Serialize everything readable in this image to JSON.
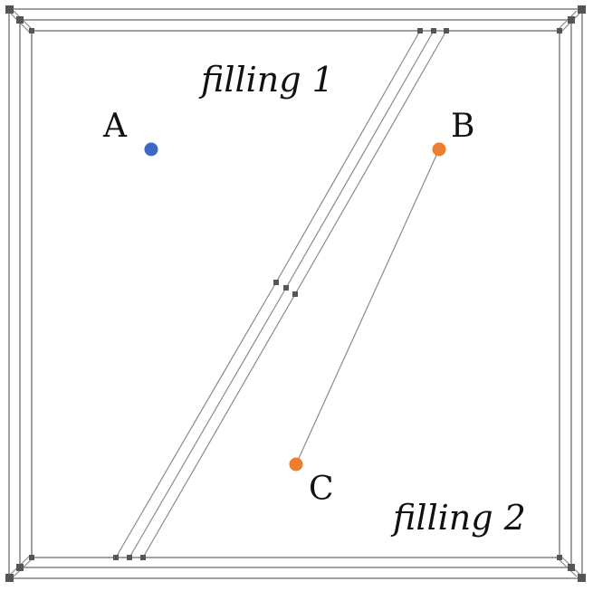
{
  "labels": {
    "filling_1": "filling 1",
    "filling_2": "filling 2",
    "point_a": "A",
    "point_b": "B",
    "point_c": "C"
  },
  "colors": {
    "point_a": "#3b69c4",
    "point_b": "#ee7d2e",
    "point_c": "#ee7d2e",
    "lines": "#8a8a8a"
  }
}
